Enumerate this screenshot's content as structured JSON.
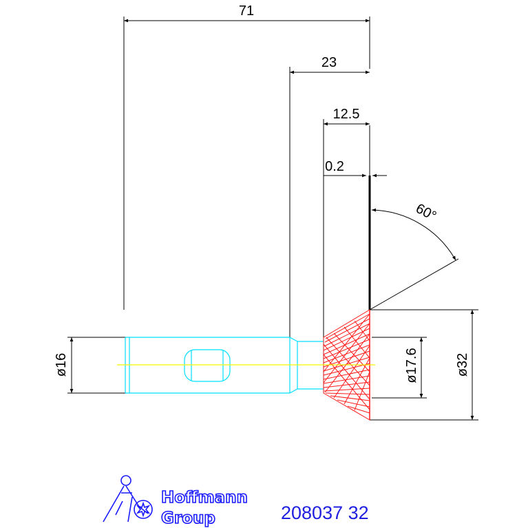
{
  "dimensions": {
    "overall_length": "71",
    "gear_length": "23",
    "tooth_length": "12.5",
    "offset": "0.2",
    "cone_angle": "60°",
    "shaft_diameter": "ø16",
    "inner_diameter": "ø17.6",
    "outer_diameter": "ø32"
  },
  "branding": {
    "logo_line1": "Hoffmann",
    "logo_line2": "Group",
    "part_number": "208037 32"
  },
  "colors": {
    "outline": "#000000",
    "shaft": "#00e0ff",
    "teeth": "#ff0000",
    "centerline": "#ffff00",
    "brand": "#1a1aff"
  }
}
